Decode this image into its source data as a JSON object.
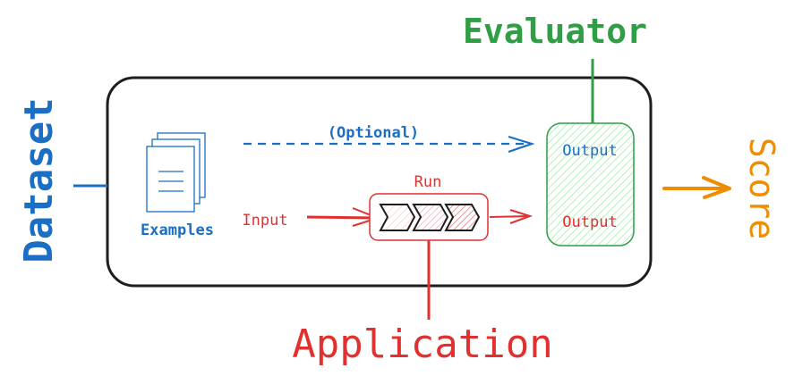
{
  "labels": {
    "dataset": "Dataset",
    "examples": "Examples",
    "optional": "(Optional)",
    "input": "Input",
    "run": "Run",
    "output_reference": "Output",
    "output_run": "Output",
    "evaluator": "Evaluator",
    "application": "Application",
    "score": "Score"
  },
  "colors": {
    "dataset": "#1a6fc4",
    "application": "#e03131",
    "evaluator": "#2f9e44",
    "score": "#f08c00",
    "frame": "#1e1e1e"
  }
}
